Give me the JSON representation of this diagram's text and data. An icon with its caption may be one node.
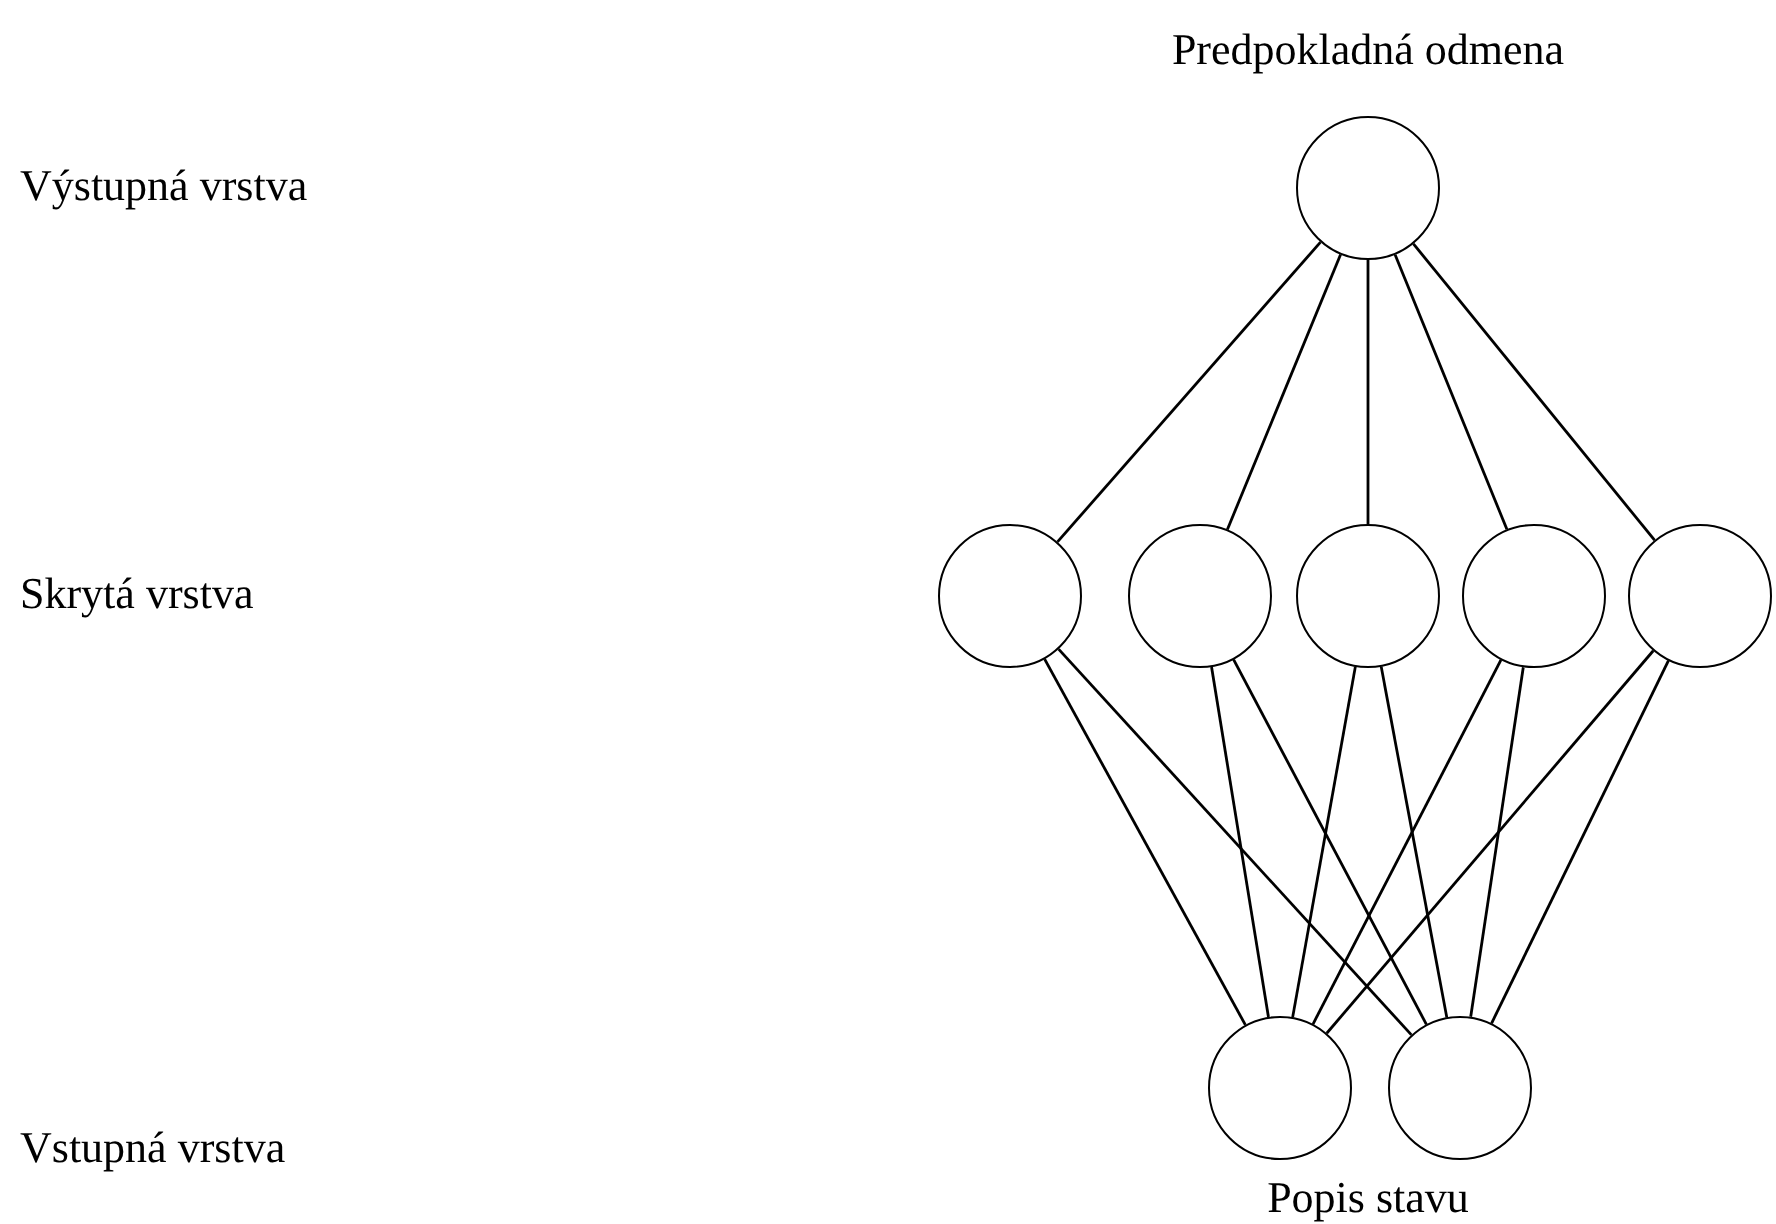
{
  "diagram": {
    "nodes": [
      {
        "text": [],
        "shape": "circle",
        "beside": [
          "Predpokladná odmena"
        ]
      },
      {
        "text": [],
        "shape": "circle"
      },
      {
        "text": [],
        "shape": "circle"
      },
      {
        "text": [],
        "shape": "circle"
      },
      {
        "text": [],
        "shape": "circle"
      },
      {
        "text": [],
        "shape": "circle"
      },
      {
        "text": [],
        "shape": "circle"
      },
      {
        "text": [],
        "shape": "circle"
      }
    ],
    "edges": [
      {
        "from": 0,
        "to": 1,
        "arrow": "none"
      },
      {
        "from": 0,
        "to": 2,
        "arrow": "none"
      },
      {
        "from": 0,
        "to": 3,
        "arrow": "none"
      },
      {
        "from": 0,
        "to": 4,
        "arrow": "none"
      },
      {
        "from": 0,
        "to": 5,
        "arrow": "none"
      },
      {
        "from": 1,
        "to": 6,
        "arrow": "none"
      },
      {
        "from": 1,
        "to": 7,
        "arrow": "none"
      },
      {
        "from": 2,
        "to": 6,
        "arrow": "none"
      },
      {
        "from": 2,
        "to": 7,
        "arrow": "none"
      },
      {
        "from": 3,
        "to": 6,
        "arrow": "none"
      },
      {
        "from": 3,
        "to": 7,
        "arrow": "none"
      },
      {
        "from": 4,
        "to": 6,
        "arrow": "none"
      },
      {
        "from": 4,
        "to": 7,
        "arrow": "none"
      },
      {
        "from": 5,
        "to": 6,
        "arrow": "none"
      },
      {
        "from": 5,
        "to": 7,
        "arrow": "none"
      }
    ],
    "labels": [
      "Výstupná vrstva",
      "Skrytá vrstva",
      "Vstupná vrstva",
      "Popis stavu"
    ]
  }
}
